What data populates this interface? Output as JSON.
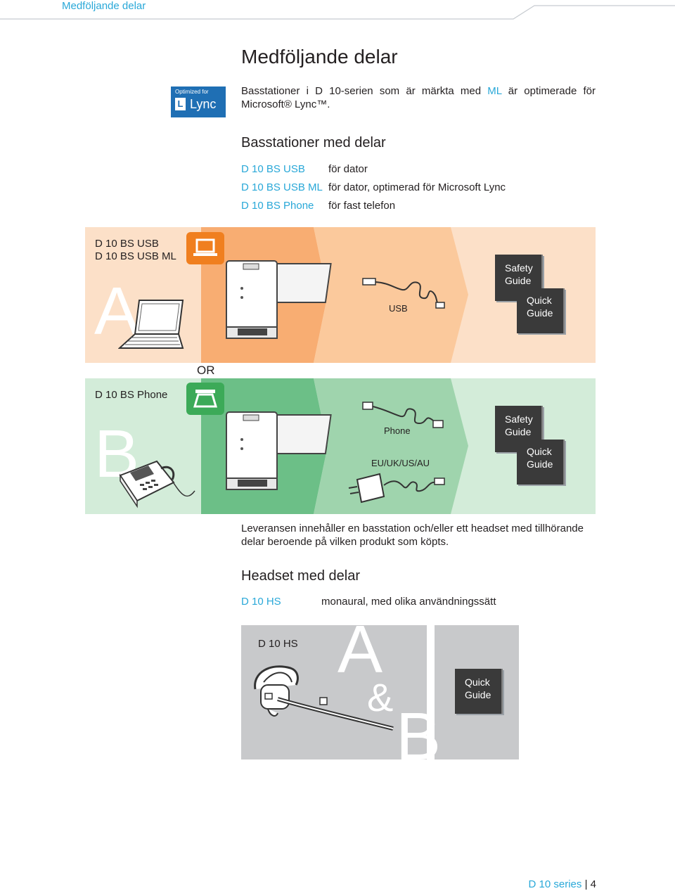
{
  "header": {
    "section": "Medföljande delar"
  },
  "page_title": "Medföljande delar",
  "lync_badge": {
    "top_text": "Optimized for",
    "brand": "Lync"
  },
  "intro": {
    "part1": "Basstationer i D 10-serien som är märkta med ",
    "highlight": "ML",
    "part2": " är optimerade för Microsoft® Lync™."
  },
  "basstationer": {
    "title": "Basstationer med delar",
    "rows": [
      {
        "model": "D 10 BS USB",
        "desc": "för dator"
      },
      {
        "model": "D 10 BS USB ML",
        "desc": "för dator, optimerad för Microsoft Lync"
      },
      {
        "model": "D 10 BS Phone",
        "desc": "för fast telefon"
      }
    ]
  },
  "panel_a": {
    "letter": "A",
    "label_line1": "D 10 BS USB",
    "label_line2": "D 10 BS USB ML",
    "cable_label": "USB",
    "cards": [
      {
        "line1": "Safety",
        "line2": "Guide"
      },
      {
        "line1": "Quick",
        "line2": "Guide"
      }
    ]
  },
  "or_label": "OR",
  "panel_b": {
    "letter": "B",
    "label": "D 10 BS Phone",
    "cable_label": "Phone",
    "power_label": "EU/UK/US/AU",
    "cards": [
      {
        "line1": "Safety",
        "line2": "Guide"
      },
      {
        "line1": "Quick",
        "line2": "Guide"
      }
    ]
  },
  "delivery_note": {
    "line1": "Leveransen innehåller en basstation och/eller ett headset med tillhörande",
    "line2": "delar beroende på vilken produkt som köpts."
  },
  "headset": {
    "title": "Headset med delar",
    "model": "D 10 HS",
    "desc": "monaural, med olika användningssätt",
    "panel_label": "D 10 HS",
    "letter_a": "A",
    "amp": "&",
    "letter_b": "B",
    "card": {
      "line1": "Quick",
      "line2": "Guide"
    }
  },
  "footer": {
    "series": "D 10 series",
    "separator": "|",
    "page": "4"
  },
  "colors": {
    "accent": "#29a8d8",
    "orange_light": "#fce0c8",
    "orange_mid": "#f8ad72",
    "orange_panel": "#fbc99c",
    "orange_icon": "#f07f1f",
    "green_light": "#d3ecd9",
    "green_mid": "#6cbf87",
    "green_panel": "#9fd4ad",
    "green_icon": "#3caa58",
    "gray_panel": "#c8c9cb",
    "lync_blue": "#1f6fb4"
  }
}
